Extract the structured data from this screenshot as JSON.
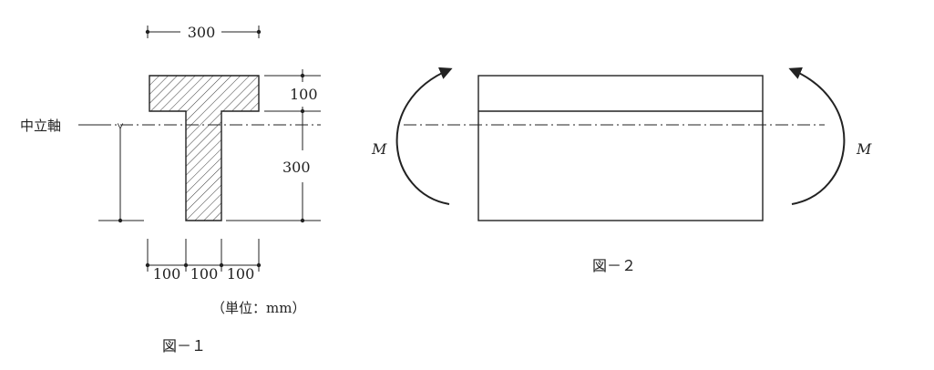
{
  "figure1": {
    "dims": {
      "top_width": "300",
      "flange_depth": "100",
      "web_depth": "300",
      "bottom_left": "100",
      "bottom_mid": "100",
      "bottom_right": "100"
    },
    "neutral_axis_label": "中立軸",
    "unit_note": "（単位：mm）",
    "caption": "図－１"
  },
  "figure2": {
    "moment_left": "M",
    "moment_right": "M",
    "caption": "図－２"
  }
}
